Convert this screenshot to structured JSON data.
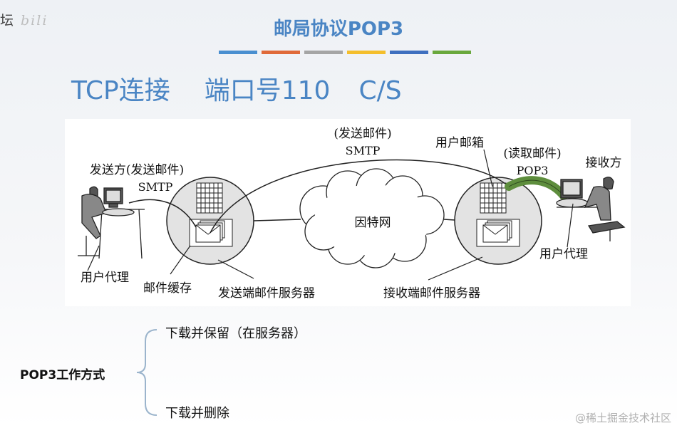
{
  "header": {
    "corner_text": "坛",
    "corner_logo": "bili",
    "title": "邮局协议POP3",
    "bar_colors": [
      "#4a8fd0",
      "#e06a3a",
      "#a5a5a5",
      "#f4be2c",
      "#3f6fbf",
      "#6aa83d"
    ]
  },
  "subtitle": {
    "connection": "TCP连接",
    "port": "端口号110",
    "model": "C/S"
  },
  "diagram": {
    "sender": "发送方(发送邮件)",
    "sender_protocol": "SMTP",
    "top_action": "(发送邮件)",
    "top_protocol": "SMTP",
    "mailbox": "用户邮箱",
    "read_action": "(读取邮件)",
    "read_protocol": "POP3",
    "receiver": "接收方",
    "internet": "因特网",
    "user_agent_left": "用户代理",
    "mail_cache": "邮件缓存",
    "send_server": "发送端邮件服务器",
    "recv_server": "接收端邮件服务器",
    "user_agent_right": "用户代理"
  },
  "modes": {
    "label": "POP3工作方式",
    "option_keep": "下载并保留（在服务器）",
    "option_delete": "下载并删除"
  },
  "watermark": "@稀土掘金技术社区"
}
